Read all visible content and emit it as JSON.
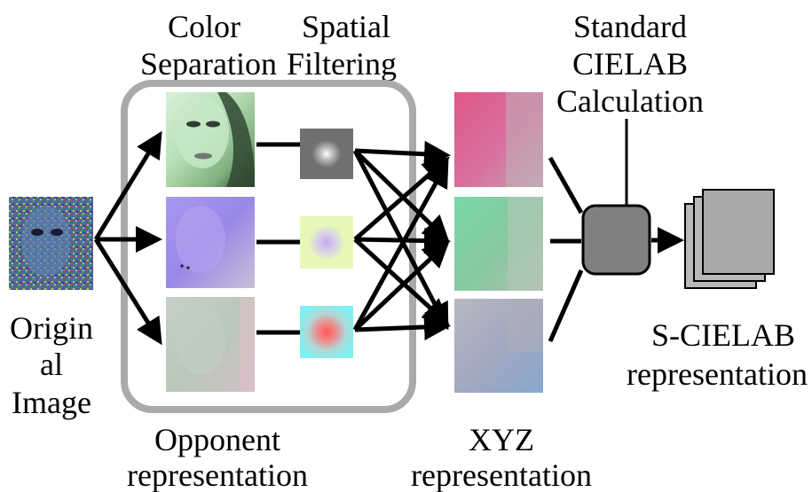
{
  "labels": {
    "color_separation_line1": "Color",
    "color_separation_line2": "Separation",
    "spatial_filtering_line1": "Spatial",
    "spatial_filtering_line2": "Filtering",
    "standard_cielab_line1": "Standard",
    "standard_cielab_line2": "CIELAB",
    "standard_cielab_line3": "Calculation",
    "original_image_line1": "Origin",
    "original_image_line2": "al",
    "original_image_line3": "Image",
    "opponent_line1": "Opponent",
    "opponent_line2": "representation",
    "xyz_line1": "XYZ",
    "xyz_line2": "representation",
    "scielab_line1": "S-CIELAB",
    "scielab_line2": "representation"
  },
  "colors": {
    "stage_box": "#aaaaaa",
    "arrow": "#000000",
    "opponent_channel_1": "#a8d8a8",
    "opponent_channel_2": "#9a88e8",
    "opponent_channel_3": "#b8c8b8",
    "filter_1_bg": "#707070",
    "filter_2_bg": "#e8f8b8",
    "filter_3_bg": "#80f0f0",
    "xyz_channel_x": "#e8608a",
    "xyz_channel_y": "#70d8a0",
    "xyz_channel_z": "#a8b0c8",
    "cielab_box": "#808080",
    "output_stack": "#b0b0b0"
  }
}
